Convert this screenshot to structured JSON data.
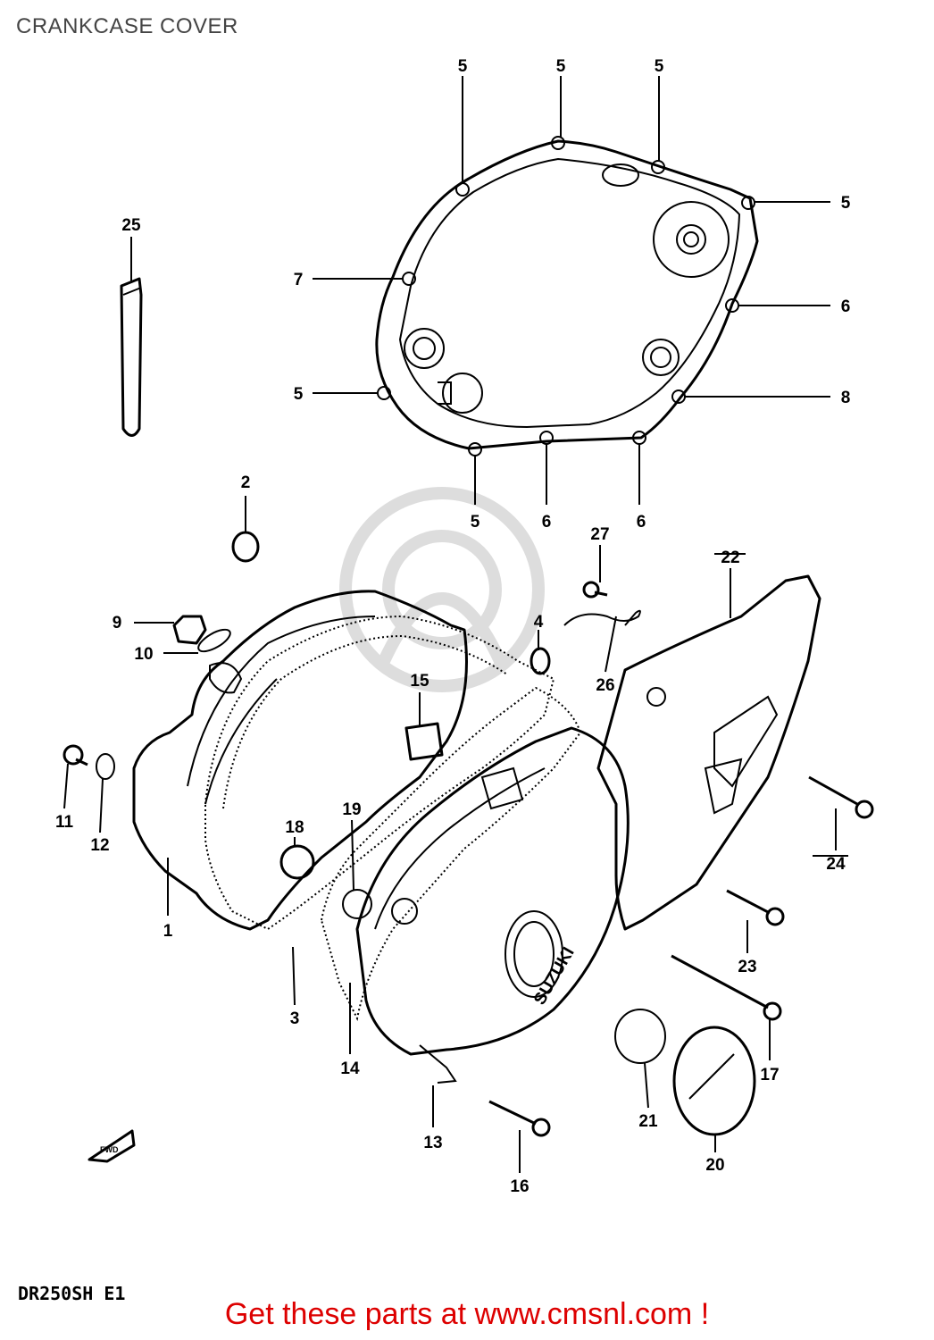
{
  "header": {
    "title": "CRANKCASE COVER"
  },
  "diagram": {
    "model_code": "DR250SH E1",
    "fwd_arrow_label": "FWD",
    "brand_text": "SUZUKI",
    "callouts": [
      {
        "id": "c1",
        "number": "1"
      },
      {
        "id": "c2",
        "number": "2"
      },
      {
        "id": "c3",
        "number": "3"
      },
      {
        "id": "c4",
        "number": "4"
      },
      {
        "id": "c5a",
        "number": "5"
      },
      {
        "id": "c5b",
        "number": "5"
      },
      {
        "id": "c5c",
        "number": "5"
      },
      {
        "id": "c5d",
        "number": "5"
      },
      {
        "id": "c5e",
        "number": "5"
      },
      {
        "id": "c5f",
        "number": "5"
      },
      {
        "id": "c6a",
        "number": "6"
      },
      {
        "id": "c6b",
        "number": "6"
      },
      {
        "id": "c6c",
        "number": "6"
      },
      {
        "id": "c7",
        "number": "7"
      },
      {
        "id": "c8",
        "number": "8"
      },
      {
        "id": "c9",
        "number": "9"
      },
      {
        "id": "c10",
        "number": "10"
      },
      {
        "id": "c11",
        "number": "11"
      },
      {
        "id": "c12",
        "number": "12"
      },
      {
        "id": "c13",
        "number": "13"
      },
      {
        "id": "c14",
        "number": "14"
      },
      {
        "id": "c15",
        "number": "15"
      },
      {
        "id": "c16",
        "number": "16"
      },
      {
        "id": "c17",
        "number": "17"
      },
      {
        "id": "c18",
        "number": "18"
      },
      {
        "id": "c19",
        "number": "19"
      },
      {
        "id": "c20",
        "number": "20"
      },
      {
        "id": "c21",
        "number": "21"
      },
      {
        "id": "c22",
        "number": "22"
      },
      {
        "id": "c23",
        "number": "23"
      },
      {
        "id": "c24",
        "number": "24"
      },
      {
        "id": "c25",
        "number": "25"
      },
      {
        "id": "c26",
        "number": "26"
      },
      {
        "id": "c27",
        "number": "27"
      }
    ]
  },
  "footer": {
    "link_text": "Get these parts at www.cmsnl.com !",
    "link_color": "#dd0000"
  }
}
